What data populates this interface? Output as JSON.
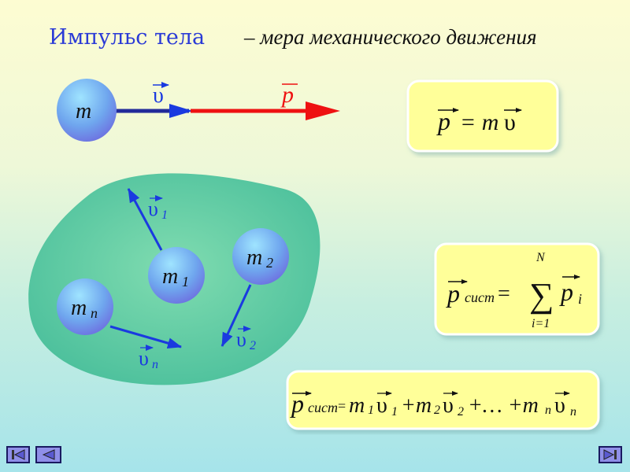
{
  "title": "Импульс тела",
  "subtitle": "– мера механического движения",
  "single_body": {
    "mass": "m",
    "velocity": "υ",
    "momentum": "p"
  },
  "formula_momentum": {
    "p": "p",
    "eq": "= m",
    "v": "υ"
  },
  "system": {
    "bodies": [
      {
        "m": "m",
        "sub": "1",
        "v": "υ",
        "vsub": "1"
      },
      {
        "m": "m",
        "sub": "2",
        "v": "υ",
        "vsub": "2"
      },
      {
        "m": "m",
        "sub": "n",
        "v": "υ",
        "vsub": "n"
      }
    ]
  },
  "formula_sum": {
    "p": "p",
    "sub": "сист",
    "eq": "=",
    "sigma": "∑",
    "upper": "N",
    "lower": "i=1",
    "pi": "p",
    "isub": "i"
  },
  "formula_expanded": {
    "p": "p",
    "sub": "сист",
    "eq": "=",
    "t1": "m",
    "s1": "1",
    "v1": "υ",
    "vs1": "1",
    "plus1": "+m",
    "s2": "2",
    "v2": "υ",
    "vs2": "2",
    "plus2": "+… +m",
    "sn": "n",
    "vn": "υ",
    "vsn": "n"
  },
  "colors": {
    "title": "#2b3bd6",
    "momentum": "#ee1111",
    "velocity": "#1a3ae0",
    "box": "#ffff99",
    "blob": "#5ccb9e"
  }
}
